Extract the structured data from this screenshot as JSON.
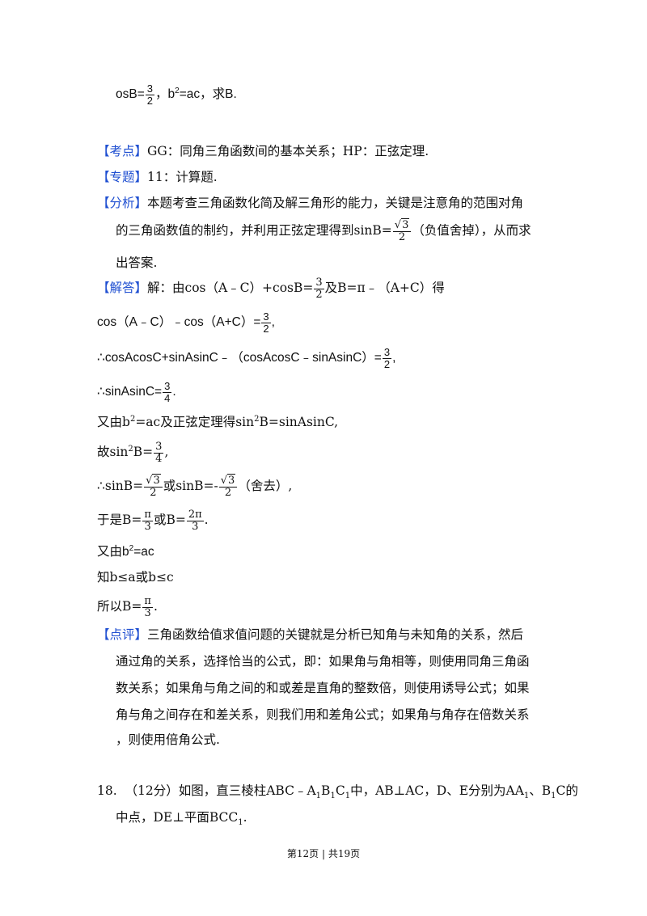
{
  "intro": {
    "text1": "osB=",
    "frac_num": "3",
    "frac_den": "2",
    "text2": "，b",
    "sup": "2",
    "text3": "=ac，求B."
  },
  "kaodian": {
    "tag": "【考点】",
    "text": "GG：同角三角函数间的基本关系；HP：正弦定理."
  },
  "zhuanti": {
    "tag": "【专题】",
    "text": "11：计算题."
  },
  "fenxi": {
    "tag": "【分析】",
    "line1": "本题考查三角函数化简及解三角形的能力，关键是注意角的范围对角",
    "line2a": "的三角函数值的制约，并利用正弦定理得到sinB=",
    "line2_rad": "3",
    "line2_den": "2",
    "line2b": "（负值舍掉），从而求",
    "line3": "出答案."
  },
  "jieda": {
    "tag": "【解答】",
    "l1a": "解：由cos（A﹣C）+cosB=",
    "l1_num": "3",
    "l1_den": "2",
    "l1b": "及B=π﹣（A+C）得",
    "l2a": "cos（A﹣C）﹣cos（A+C）=",
    "l2_num": "3",
    "l2_den": "2",
    "l2b": ",",
    "l3a": "∴cosAcosC+sinAsinC﹣（cosAcosC﹣sinAsinC）=",
    "l3_num": "3",
    "l3_den": "2",
    "l3b": ",",
    "l4a": "∴sinAsinC=",
    "l4_num": "3",
    "l4_den": "4",
    "l4b": ".",
    "l5a": "又由b",
    "l5_sup1": "2",
    "l5b": "=ac及正弦定理得sin",
    "l5_sup2": "2",
    "l5c": "B=sinAsinC,",
    "l6a": "故sin",
    "l6_sup": "2",
    "l6b": "B=",
    "l6_num": "3",
    "l6_den": "4",
    "l6c": ",",
    "l7a": "∴sinB=",
    "l7_rad1": "3",
    "l7_den1": "2",
    "l7b": "或sinB=-",
    "l7_rad2": "3",
    "l7_den2": "2",
    "l7c": "（舍去）,",
    "l8a": "于是B=",
    "l8_num1": "π",
    "l8_den1": "3",
    "l8b": "或B=",
    "l8_num2": "2π",
    "l8_den2": "3",
    "l8c": ".",
    "l9a": "又由b",
    "l9_sup": "2",
    "l9b": "=ac",
    "l10": "知b≤a或b≤c",
    "l11a": "所以B=",
    "l11_num": "π",
    "l11_den": "3",
    "l11b": "."
  },
  "dianping": {
    "tag": "【点评】",
    "line1": "三角函数给值求值问题的关键就是分析已知角与未知角的关系，然后",
    "line2": "通过角的关系，选择恰当的公式，即：如果角与角相等，则使用同角三角函",
    "line3": "数关系；如果角与角之间的和或差是直角的整数倍，则使用诱导公式；如果",
    "line4": "角与角之间存在和差关系，则我们用和差角公式；如果角与角存在倍数关系",
    "line5": "，则使用倍角公式."
  },
  "q18": {
    "num": "18.",
    "l1a": "（12分）如图，直三棱柱ABC﹣A",
    "s1": "1",
    "l1b": "B",
    "s2": "1",
    "l1c": "C",
    "s3": "1",
    "l1d": "中，AB⊥AC，D、E分别为AA",
    "s4": "1",
    "l1e": "、B",
    "s5": "1",
    "l1f": "C的",
    "l2a": "中点，DE⊥平面BCC",
    "s6": "1",
    "l2b": "."
  },
  "footer": "第12页 | 共19页"
}
